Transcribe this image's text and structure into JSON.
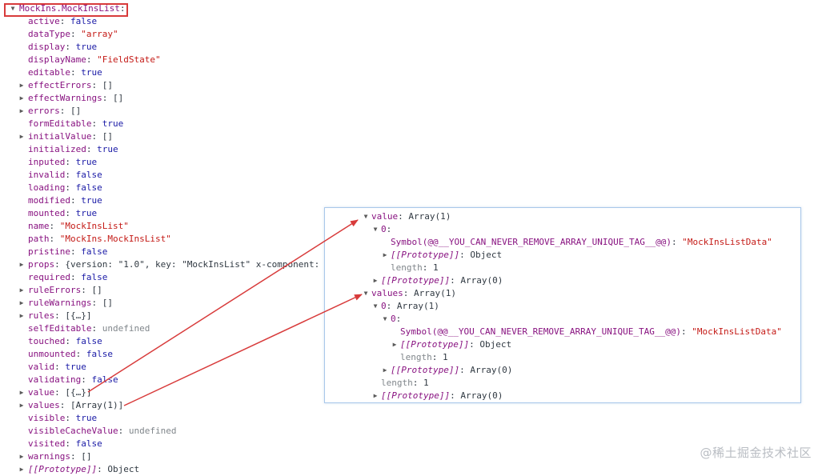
{
  "root": {
    "label": "MockIns.MockInsList:"
  },
  "rows": [
    {
      "indent": 0,
      "toggle": "down",
      "key": "MockIns.MockInsList",
      "sep": ":",
      "value": "",
      "vt": "plain",
      "root": true
    },
    {
      "indent": 1,
      "toggle": "",
      "key": "active",
      "sep": ": ",
      "value": "false",
      "vt": "bool"
    },
    {
      "indent": 1,
      "toggle": "",
      "key": "dataType",
      "sep": ": ",
      "value": "\"array\"",
      "vt": "str"
    },
    {
      "indent": 1,
      "toggle": "",
      "key": "display",
      "sep": ": ",
      "value": "true",
      "vt": "bool"
    },
    {
      "indent": 1,
      "toggle": "",
      "key": "displayName",
      "sep": ": ",
      "value": "\"FieldState\"",
      "vt": "str"
    },
    {
      "indent": 1,
      "toggle": "",
      "key": "editable",
      "sep": ": ",
      "value": "true",
      "vt": "bool"
    },
    {
      "indent": 1,
      "toggle": "right",
      "key": "effectErrors",
      "sep": ": ",
      "value": "[]",
      "vt": "plain"
    },
    {
      "indent": 1,
      "toggle": "right",
      "key": "effectWarnings",
      "sep": ": ",
      "value": "[]",
      "vt": "plain"
    },
    {
      "indent": 1,
      "toggle": "right",
      "key": "errors",
      "sep": ": ",
      "value": "[]",
      "vt": "plain"
    },
    {
      "indent": 1,
      "toggle": "",
      "key": "formEditable",
      "sep": ": ",
      "value": "true",
      "vt": "bool"
    },
    {
      "indent": 1,
      "toggle": "right",
      "key": "initialValue",
      "sep": ": ",
      "value": "[]",
      "vt": "plain"
    },
    {
      "indent": 1,
      "toggle": "",
      "key": "initialized",
      "sep": ": ",
      "value": "true",
      "vt": "bool"
    },
    {
      "indent": 1,
      "toggle": "",
      "key": "inputed",
      "sep": ": ",
      "value": "true",
      "vt": "bool"
    },
    {
      "indent": 1,
      "toggle": "",
      "key": "invalid",
      "sep": ": ",
      "value": "false",
      "vt": "bool"
    },
    {
      "indent": 1,
      "toggle": "",
      "key": "loading",
      "sep": ": ",
      "value": "false",
      "vt": "bool"
    },
    {
      "indent": 1,
      "toggle": "",
      "key": "modified",
      "sep": ": ",
      "value": "true",
      "vt": "bool"
    },
    {
      "indent": 1,
      "toggle": "",
      "key": "mounted",
      "sep": ": ",
      "value": "true",
      "vt": "bool"
    },
    {
      "indent": 1,
      "toggle": "",
      "key": "name",
      "sep": ": ",
      "value": "\"MockInsList\"",
      "vt": "str"
    },
    {
      "indent": 1,
      "toggle": "",
      "key": "path",
      "sep": ": ",
      "value": "\"MockIns.MockInsList\"",
      "vt": "str"
    },
    {
      "indent": 1,
      "toggle": "",
      "key": "pristine",
      "sep": ": ",
      "value": "false",
      "vt": "bool"
    },
    {
      "indent": 1,
      "toggle": "right",
      "key": "props",
      "sep": ": ",
      "value": "{version: \"1.0\", key: \"MockInsList\"  x-component:",
      "vt": "plain"
    },
    {
      "indent": 1,
      "toggle": "",
      "key": "required",
      "sep": ": ",
      "value": "false",
      "vt": "bool"
    },
    {
      "indent": 1,
      "toggle": "right",
      "key": "ruleErrors",
      "sep": ": ",
      "value": "[]",
      "vt": "plain"
    },
    {
      "indent": 1,
      "toggle": "right",
      "key": "ruleWarnings",
      "sep": ": ",
      "value": "[]",
      "vt": "plain"
    },
    {
      "indent": 1,
      "toggle": "right",
      "key": "rules",
      "sep": ": ",
      "value": "[{…}]",
      "vt": "plain"
    },
    {
      "indent": 1,
      "toggle": "",
      "key": "selfEditable",
      "sep": ": ",
      "value": "undefined",
      "vt": "undef"
    },
    {
      "indent": 1,
      "toggle": "",
      "key": "touched",
      "sep": ": ",
      "value": "false",
      "vt": "bool"
    },
    {
      "indent": 1,
      "toggle": "",
      "key": "unmounted",
      "sep": ": ",
      "value": "false",
      "vt": "bool"
    },
    {
      "indent": 1,
      "toggle": "",
      "key": "valid",
      "sep": ": ",
      "value": "true",
      "vt": "bool"
    },
    {
      "indent": 1,
      "toggle": "",
      "key": "validating",
      "sep": ": ",
      "value": "false",
      "vt": "bool"
    },
    {
      "indent": 1,
      "toggle": "right",
      "key": "value",
      "sep": ": ",
      "value": "[{…}]",
      "vt": "plain"
    },
    {
      "indent": 1,
      "toggle": "right",
      "key": "values",
      "sep": ": ",
      "value": "[Array(1)]",
      "vt": "plain"
    },
    {
      "indent": 1,
      "toggle": "",
      "key": "visible",
      "sep": ": ",
      "value": "true",
      "vt": "bool"
    },
    {
      "indent": 1,
      "toggle": "",
      "key": "visibleCacheValue",
      "sep": ": ",
      "value": "undefined",
      "vt": "undef"
    },
    {
      "indent": 1,
      "toggle": "",
      "key": "visited",
      "sep": ": ",
      "value": "false",
      "vt": "bool"
    },
    {
      "indent": 1,
      "toggle": "right",
      "key": "warnings",
      "sep": ": ",
      "value": "[]",
      "vt": "plain"
    },
    {
      "indent": 1,
      "toggle": "right",
      "key": "[[Prototype]]",
      "sep": ": ",
      "value": "Object",
      "vt": "plain",
      "proto": true
    }
  ],
  "panel_rows": [
    {
      "indent": 0,
      "toggle": "down",
      "key": "value",
      "sep": ": ",
      "value": "Array(1)",
      "vt": "plain"
    },
    {
      "indent": 1,
      "toggle": "down",
      "key": "0",
      "sep": ":",
      "value": "",
      "vt": "plain"
    },
    {
      "indent": 2,
      "toggle": "",
      "key": "Symbol(@@__YOU_CAN_NEVER_REMOVE_ARRAY_UNIQUE_TAG__@@)",
      "sep": ": ",
      "value": "\"MockInsListData\"",
      "vt": "str"
    },
    {
      "indent": 2,
      "toggle": "right",
      "key": "[[Prototype]]",
      "sep": ": ",
      "value": "Object",
      "vt": "plain",
      "proto": true
    },
    {
      "indent": 2,
      "toggle": "",
      "key": "length",
      "sep": ": ",
      "value": "1",
      "vt": "plain",
      "dimkey": true
    },
    {
      "indent": 1,
      "toggle": "right",
      "key": "[[Prototype]]",
      "sep": ": ",
      "value": "Array(0)",
      "vt": "plain",
      "proto": true
    },
    {
      "indent": 0,
      "toggle": "down",
      "key": "values",
      "sep": ": ",
      "value": "Array(1)",
      "vt": "plain"
    },
    {
      "indent": 1,
      "toggle": "down",
      "key": "0",
      "sep": ": ",
      "value": "Array(1)",
      "vt": "plain"
    },
    {
      "indent": 2,
      "toggle": "down",
      "key": "0",
      "sep": ":",
      "value": "",
      "vt": "plain"
    },
    {
      "indent": 3,
      "toggle": "",
      "key": "Symbol(@@__YOU_CAN_NEVER_REMOVE_ARRAY_UNIQUE_TAG__@@)",
      "sep": ": ",
      "value": "\"MockInsListData\"",
      "vt": "str"
    },
    {
      "indent": 3,
      "toggle": "right",
      "key": "[[Prototype]]",
      "sep": ": ",
      "value": "Object",
      "vt": "plain",
      "proto": true
    },
    {
      "indent": 3,
      "toggle": "",
      "key": "length",
      "sep": ": ",
      "value": "1",
      "vt": "plain",
      "dimkey": true
    },
    {
      "indent": 2,
      "toggle": "right",
      "key": "[[Prototype]]",
      "sep": ": ",
      "value": "Array(0)",
      "vt": "plain",
      "proto": true
    },
    {
      "indent": 1,
      "toggle": "",
      "key": "length",
      "sep": ": ",
      "value": "1",
      "vt": "plain",
      "dimkey": true
    },
    {
      "indent": 1,
      "toggle": "right",
      "key": "[[Prototype]]",
      "sep": ": ",
      "value": "Array(0)",
      "vt": "plain",
      "proto": true
    }
  ],
  "watermark": "@稀土掘金技术社区",
  "colors": {
    "highlight_box": "#d83b3b",
    "arrow": "#d83b3b",
    "panel_border": "#a9c8ea"
  }
}
